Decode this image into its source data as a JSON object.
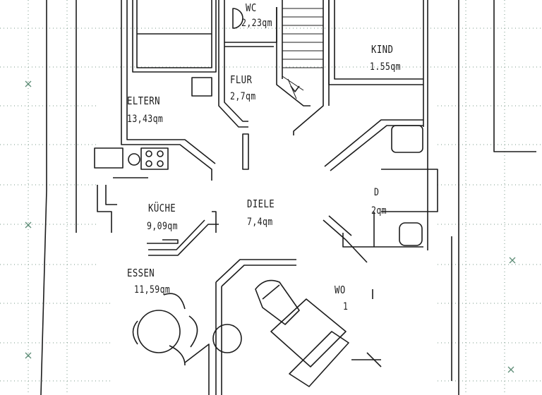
{
  "rooms": {
    "wc": {
      "name": "WC",
      "area": "2,23qm"
    },
    "flur": {
      "name": "FLUR",
      "area": "2,7qm"
    },
    "kind": {
      "name": "KIND",
      "area": "1.55qm"
    },
    "eltern": {
      "name": "ELTERN",
      "area": "13,43qm"
    },
    "kueche": {
      "name": "KÜCHE",
      "area": "9,09qm"
    },
    "diele": {
      "name": "DIELE",
      "area": "7,4qm"
    },
    "essen": {
      "name": "ESSEN",
      "area": "11,59qm"
    },
    "bad_partial": {
      "name": "D",
      "area": "2qm"
    },
    "wohnen_partial": {
      "name": "WO",
      "area": "1"
    }
  },
  "colors": {
    "line": "#1c1c1c",
    "grid": "#7a9a8a",
    "paper": "#ffffff"
  }
}
